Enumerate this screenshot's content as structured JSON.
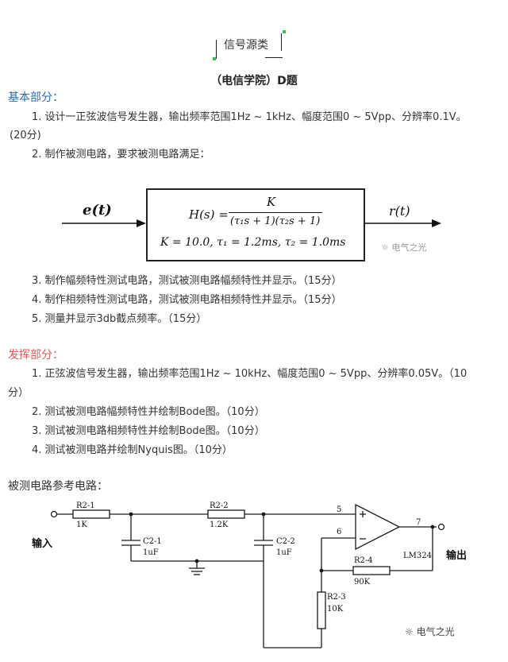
{
  "title": {
    "label": "信号源类"
  },
  "subtitle": "（电信学院）D题",
  "basic": {
    "heading": "基本部分：",
    "items": [
      "1. 设计一正弦波信号发生器，输出频率范围1Hz ~ 1kHz、幅度范围0 ~ 5Vpp、分辨率0.1V。",
      "(20分)",
      "2. 制作被测电路，要求被测电路满足：",
      "3. 制作幅频特性测试电路，测试被测电路幅频特性并显示。（15分）",
      "4. 制作相频特性测试电路，测试被测电路相频特性并显示。（15分）",
      "5. 测量并显示3db截点频率。（15分）"
    ]
  },
  "transfer_diagram": {
    "input": "e(t)",
    "output": "r(t)",
    "formula_lhs": "H(s) =",
    "numerator": "K",
    "denominator": "(τ₁s + 1)(τ₂s + 1)",
    "params": "K = 10.0,   τ₁ = 1.2ms,   τ₂ = 1.0ms"
  },
  "advanced": {
    "heading": "发挥部分：",
    "items": [
      "1. 正弦波信号发生器，输出频率范围1Hz ~ 10kHz、幅度范围0 ~ 5Vpp、分辨率0.05V。（10",
      "分）",
      "2. 测试被测电路幅频特性并绘制Bode图。（10分）",
      "3. 测试被测电路相频特性并绘制Bode图。（10分）",
      "4. 测试被测电路并绘制Nyquis图。（10分）"
    ]
  },
  "reference": {
    "heading": "被测电路参考电路：",
    "input_label": "输入",
    "output_label": "输出",
    "components": {
      "r21": "R2-1",
      "r21_val": "1K",
      "r22": "R2-2",
      "r22_val": "1.2K",
      "c21": "C2-1",
      "c21_val": "1uF",
      "c22": "C2-2",
      "c22_val": "1uF",
      "r24": "R2-4",
      "r24_val": "90K",
      "r23": "R2-3",
      "r23_val": "10K",
      "opamp": "LM324",
      "pin5": "5",
      "pin6": "6",
      "pin7": "7"
    }
  },
  "watermark": "电气之光",
  "colors": {
    "heading_blue": "#2b6cb0",
    "heading_red": "#e05a5a",
    "corner_green": "#37c45a"
  }
}
